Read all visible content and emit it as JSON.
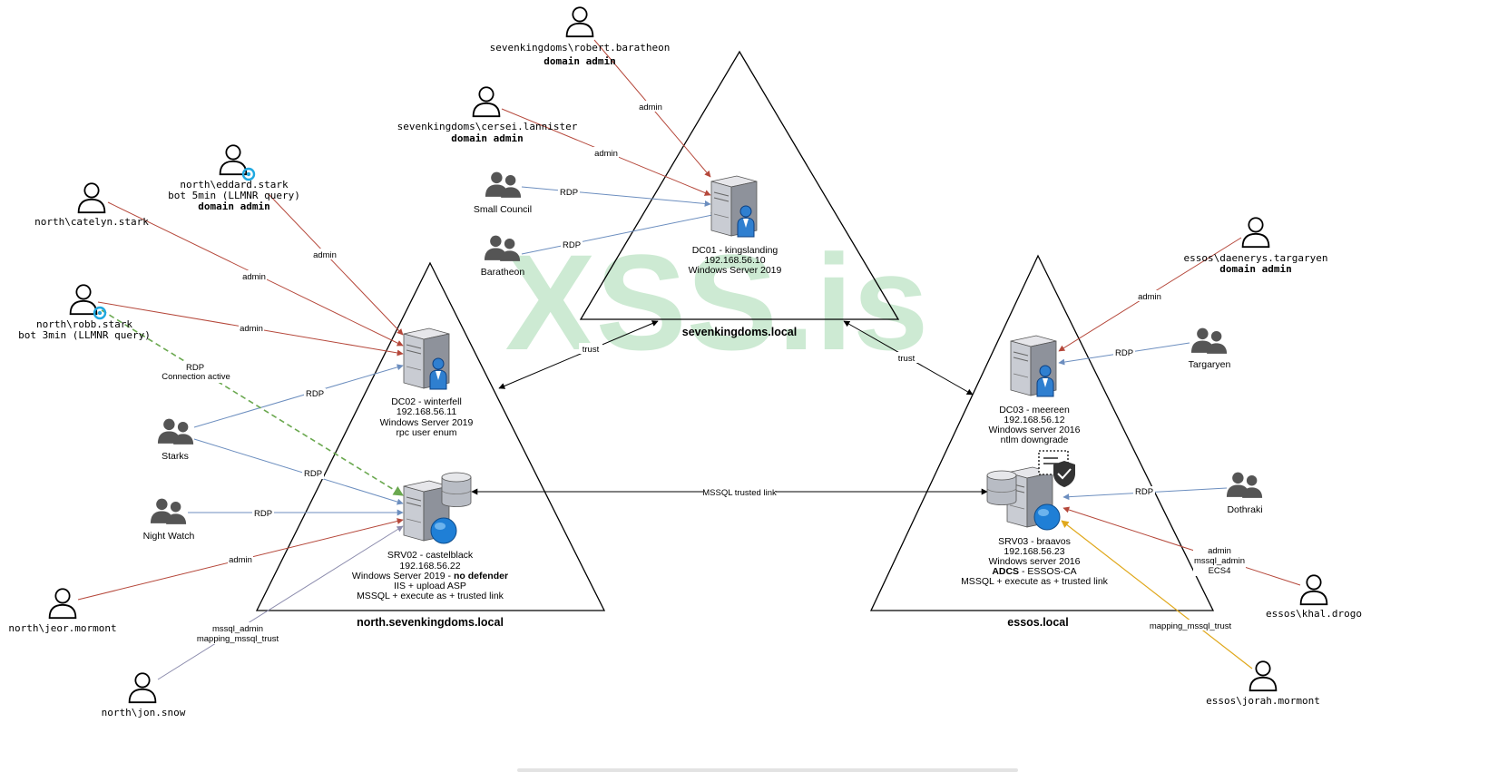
{
  "watermark": "XSS.is",
  "domains": {
    "sevenkingdoms": "sevenkingdoms.local",
    "north": "north.sevenkingdoms.local",
    "essos": "essos.local"
  },
  "users": {
    "robert": {
      "line1": "sevenkingdoms\\robert.baratheon",
      "line2": "domain admin"
    },
    "cersei": {
      "line1": "sevenkingdoms\\cersei.lannister",
      "line2": "domain admin"
    },
    "eddard": {
      "line1": "north\\eddard.stark",
      "line2": "bot 5min (LLMNR query)",
      "line3": "domain admin"
    },
    "catelyn": {
      "line1": "north\\catelyn.stark"
    },
    "robb": {
      "line1": "north\\robb.stark",
      "line2": "bot 3min (LLMNR query)"
    },
    "jeor": {
      "line1": "north\\jeor.mormont"
    },
    "jon": {
      "line1": "north\\jon.snow"
    },
    "daenerys": {
      "line1": "essos\\daenerys.targaryen",
      "line2": "domain admin"
    },
    "khal": {
      "line1": "essos\\khal.drogo"
    },
    "jorah": {
      "line1": "essos\\jorah.mormont"
    }
  },
  "groups": {
    "small_council": "Small Council",
    "baratheon": "Baratheon",
    "starks": "Starks",
    "night_watch": "Night Watch",
    "targaryen": "Targaryen",
    "dothraki": "Dothraki"
  },
  "servers": {
    "dc01": {
      "name": "DC01 - kingslanding",
      "ip": "192.168.56.10",
      "os": "Windows Server 2019"
    },
    "dc02": {
      "name": "DC02 - winterfell",
      "ip": "192.168.56.11",
      "os": "Windows Server 2019",
      "note": "rpc user enum"
    },
    "srv02": {
      "name": "SRV02 - castelblack",
      "ip": "192.168.56.22",
      "os_prefix": "Windows Server 2019 - ",
      "os_bold": "no defender",
      "note1": "IIS + upload ASP",
      "note2": "MSSQL + execute as + trusted link"
    },
    "dc03": {
      "name": "DC03 - meereen",
      "ip": "192.168.56.12",
      "os": "Windows server 2016",
      "note": "ntlm downgrade"
    },
    "srv03": {
      "name": "SRV03 - braavos",
      "ip": "192.168.56.23",
      "os": "Windows server 2016",
      "adcs_bold": "ADCS",
      "adcs_rest": " - ESSOS-CA",
      "note": "MSSQL + execute as + trusted link"
    }
  },
  "edge_labels": {
    "admin": "admin",
    "rdp": "RDP",
    "trust": "trust",
    "rdp_active_1": "RDP",
    "rdp_active_2": "Connection active",
    "mssql_link": "MSSQL trusted link",
    "jon_1": "mssql_admin",
    "jon_2": "mapping_mssql_trust",
    "khal_1": "admin",
    "khal_2": "mssql_admin",
    "khal_3": "ECS4",
    "jorah": "mapping_mssql_trust"
  },
  "colors": {
    "admin_edge": "#b5473a",
    "rdp_edge": "#6c8ebf",
    "active_rdp_edge": "#6aa84f",
    "mssql_trust_edge": "#e0a81c",
    "jon_edge": "#8a8aac",
    "watermark": "#22a33a"
  }
}
